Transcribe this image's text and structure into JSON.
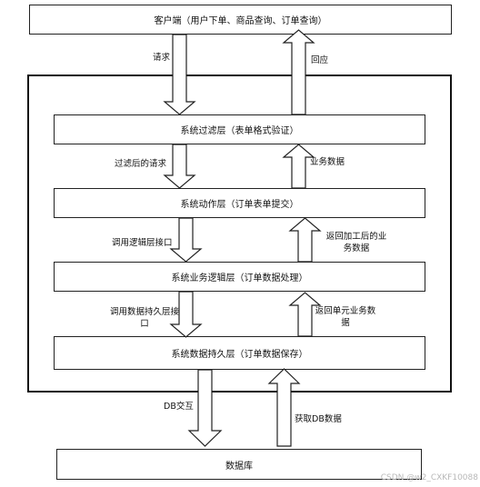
{
  "client_box": "客户端（用户下单、商品查询、订单查询）",
  "layers": [
    "系统过滤层（表单格式验证）",
    "系统动作层（订单表单提交）",
    "系统业务逻辑层（订单数据处理）",
    "系统数据持久层（订单数据保存）"
  ],
  "database_box": "数据库",
  "down_labels": [
    "请求",
    "过滤后的请求",
    "调用逻辑层接口",
    "调用数据持久层接口",
    "DB交互"
  ],
  "up_labels": [
    "回应",
    "业务数据",
    "返回加工后的业务数据",
    "返回单元业务数据",
    "获取DB数据"
  ],
  "watermark": "CSDN @w2_CXKF10088"
}
